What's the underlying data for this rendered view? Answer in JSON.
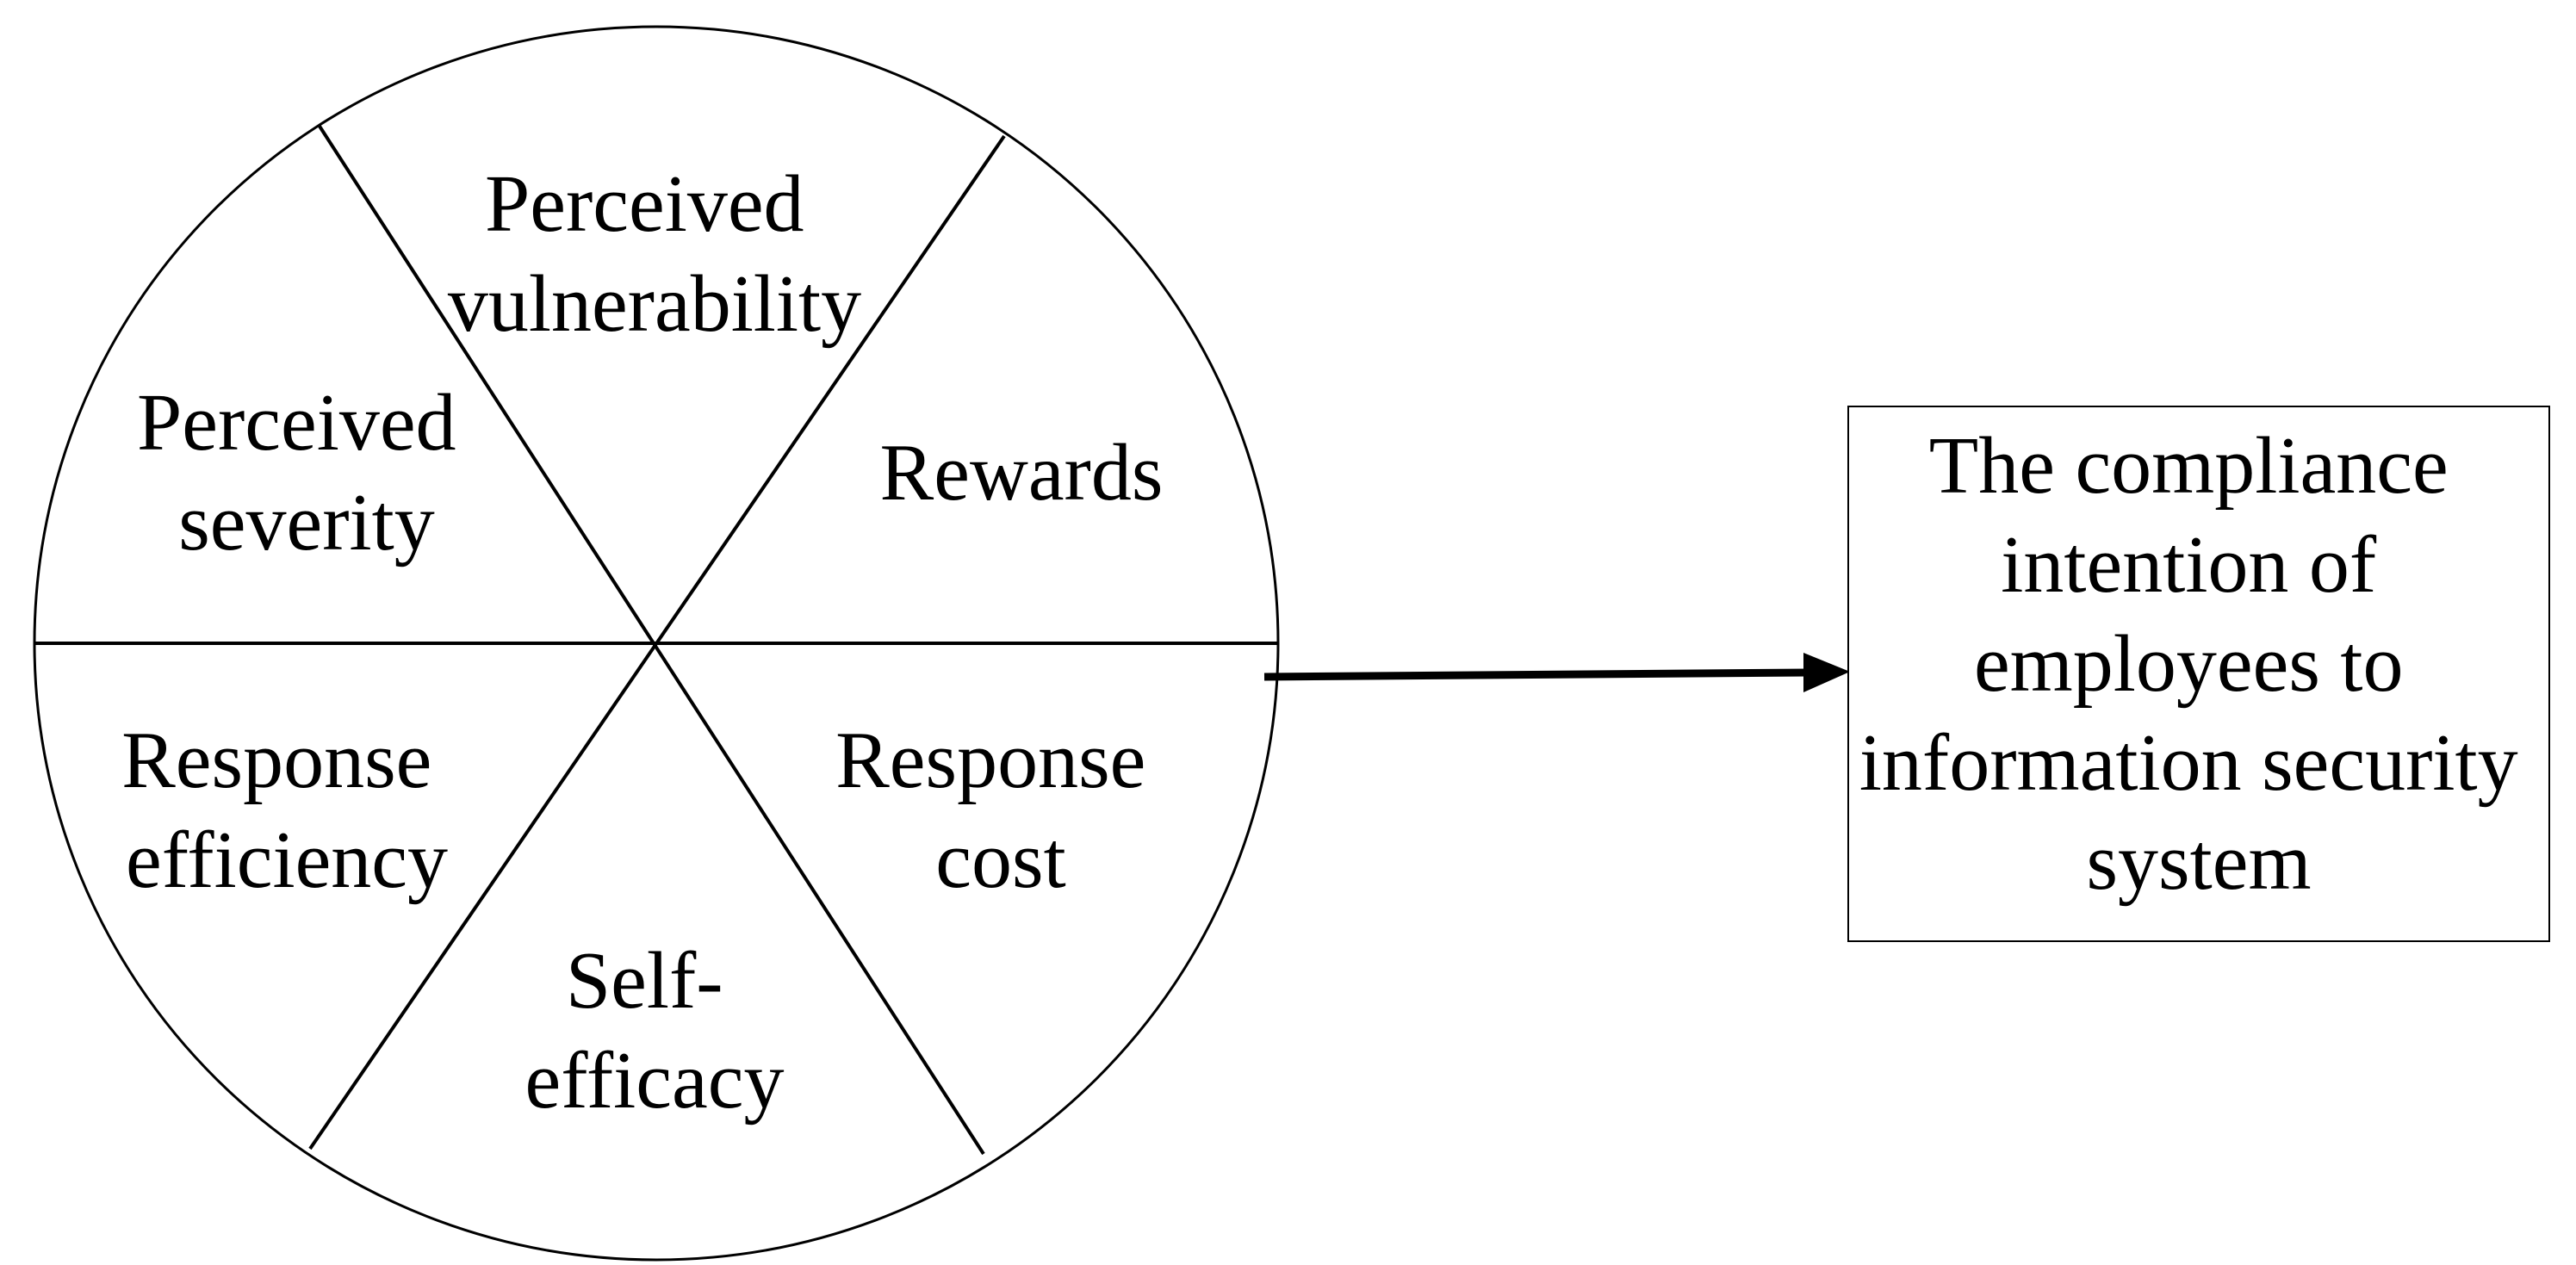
{
  "diagram": {
    "segments": {
      "vulnerability": {
        "line1": "Perceived",
        "line2": "vulnerability"
      },
      "severity": {
        "line1": "Perceived",
        "line2": "severity"
      },
      "rewards": {
        "line1": "Rewards"
      },
      "response_efficiency": {
        "line1": "Response",
        "line2": "efficiency"
      },
      "response_cost": {
        "line1": "Response",
        "line2": "cost"
      },
      "self_efficacy": {
        "line1": "Self-",
        "line2": "efficacy"
      }
    },
    "outcome": {
      "line1": "The compliance",
      "line2": "intention of",
      "line3": "employees to",
      "line4": "information security",
      "line5": "system"
    },
    "colors": {
      "stroke": "#000000",
      "background": "#ffffff"
    }
  }
}
